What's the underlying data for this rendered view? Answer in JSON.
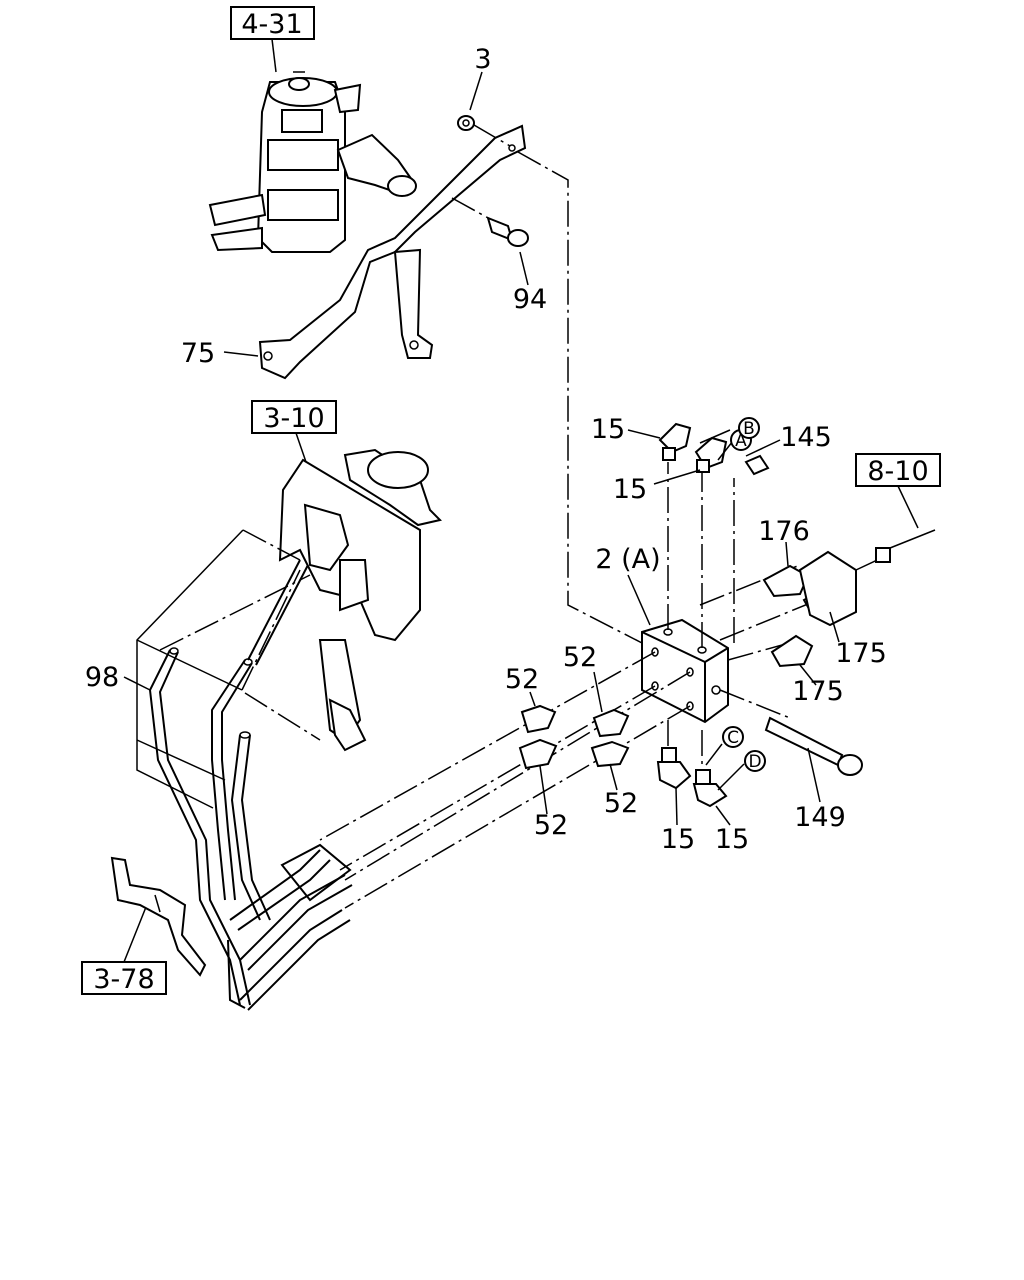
{
  "refs": {
    "r431": "4-31",
    "r310": "3-10",
    "r810": "8-10",
    "r378": "3-78"
  },
  "labels": {
    "n3": "3",
    "n94": "94",
    "n75": "75",
    "n98": "98",
    "n15a": "15",
    "n15b": "15",
    "n145": "145",
    "n176": "176",
    "n2a": "2 (A)",
    "n175a": "175",
    "n175b": "175",
    "n52a": "52",
    "n52b": "52",
    "n52c": "52",
    "n52d": "52",
    "n15c": "15",
    "n15d": "15",
    "n149": "149"
  },
  "circles": {
    "cA": "A",
    "cB": "B",
    "cC": "C",
    "cD": "D"
  }
}
